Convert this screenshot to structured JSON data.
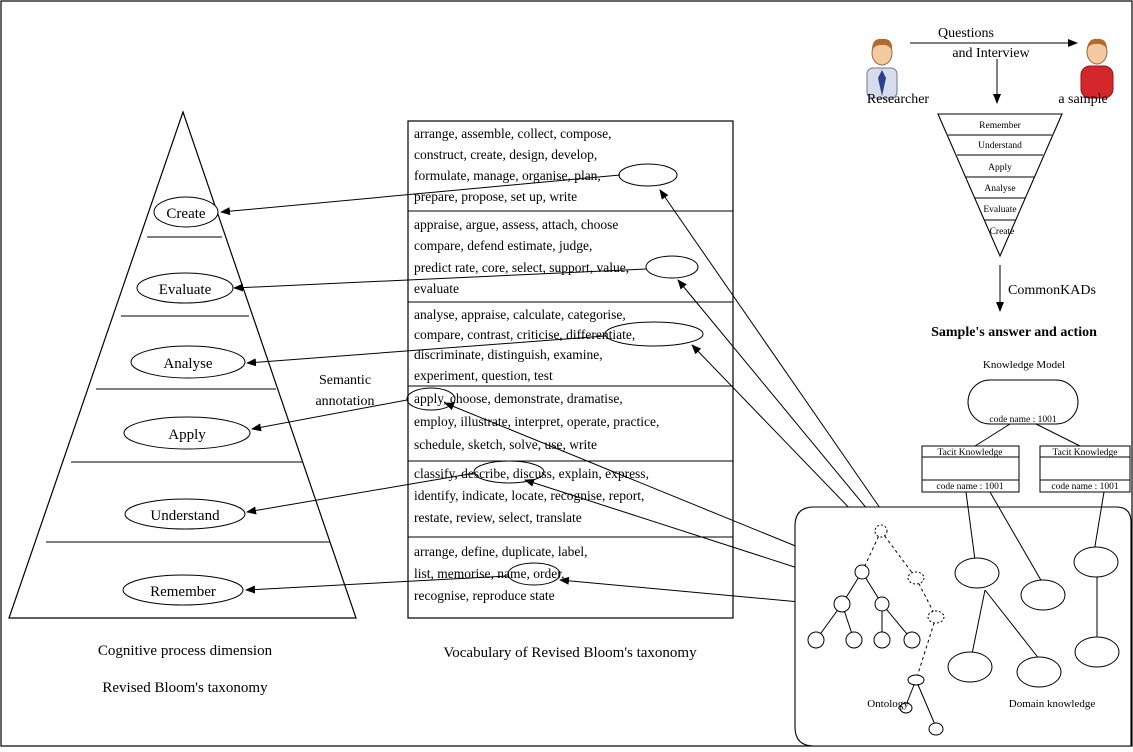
{
  "pyramid": {
    "levels": [
      "Create",
      "Evaluate",
      "Analyse",
      "Apply",
      "Understand",
      "Remember"
    ],
    "caption_line1": "Cognitive process dimension",
    "caption_line2": "Revised Bloom's taxonomy"
  },
  "annotation": {
    "line1": "Semantic",
    "line2": "annotation"
  },
  "vocabulary": {
    "rows": [
      [
        "arrange, assemble, collect, compose,",
        "construct, create, design, develop,",
        "formulate, manage, organise, plan,",
        "prepare, propose, set up, write"
      ],
      [
        "appraise, argue, assess, attach, choose",
        "compare, defend estimate, judge,",
        "predict rate, core, select, support, value,",
        "evaluate"
      ],
      [
        "analyse, appraise, calculate, categorise,",
        "compare, contrast, criticise, differentiate,",
        "discriminate, distinguish, examine,",
        "experiment, question, test"
      ],
      [
        "apply, choose, demonstrate, dramatise,",
        "employ, illustrate, interpret, operate, practice,",
        "schedule, sketch, solve, use, write"
      ],
      [
        "classify, describe, discuss, explain, express,",
        "identify, indicate, locate, recognise, report,",
        "restate, review, select, translate"
      ],
      [
        "arrange, define, duplicate, label,",
        "list, memorise, name, order,",
        "recognise, reproduce state"
      ]
    ],
    "caption": "Vocabulary of Revised Bloom's taxonomy"
  },
  "interview": {
    "label_line1": "Questions",
    "label_line2": "and Interview",
    "researcher": "Researcher",
    "sample": "a sample"
  },
  "inverted_pyramid": {
    "levels": [
      "Remember",
      "Understand",
      "Apply",
      "Analyse",
      "Evaluate",
      "Create"
    ]
  },
  "commonkads": "CommonKADs",
  "answer_title": "Sample's answer and action",
  "knowledge_model": {
    "title": "Knowledge Model",
    "root_code": "code name : 1001",
    "tacit_title_1": "Tacit Knowledge",
    "tacit_code_1": "code name : 1001",
    "tacit_title_2": "Tacit Knowledge",
    "tacit_code_2": "code name : 1001"
  },
  "bottom_panel": {
    "ontology": "Ontology",
    "domain": "Domain knowledge"
  },
  "colors": {
    "line": "#000000",
    "skin": "#f2c9a0",
    "researcher_coat": "#d7dcec",
    "researcher_tie": "#2b3f8c",
    "sample_shirt": "#d4272b",
    "hair": "#b26a2a"
  }
}
